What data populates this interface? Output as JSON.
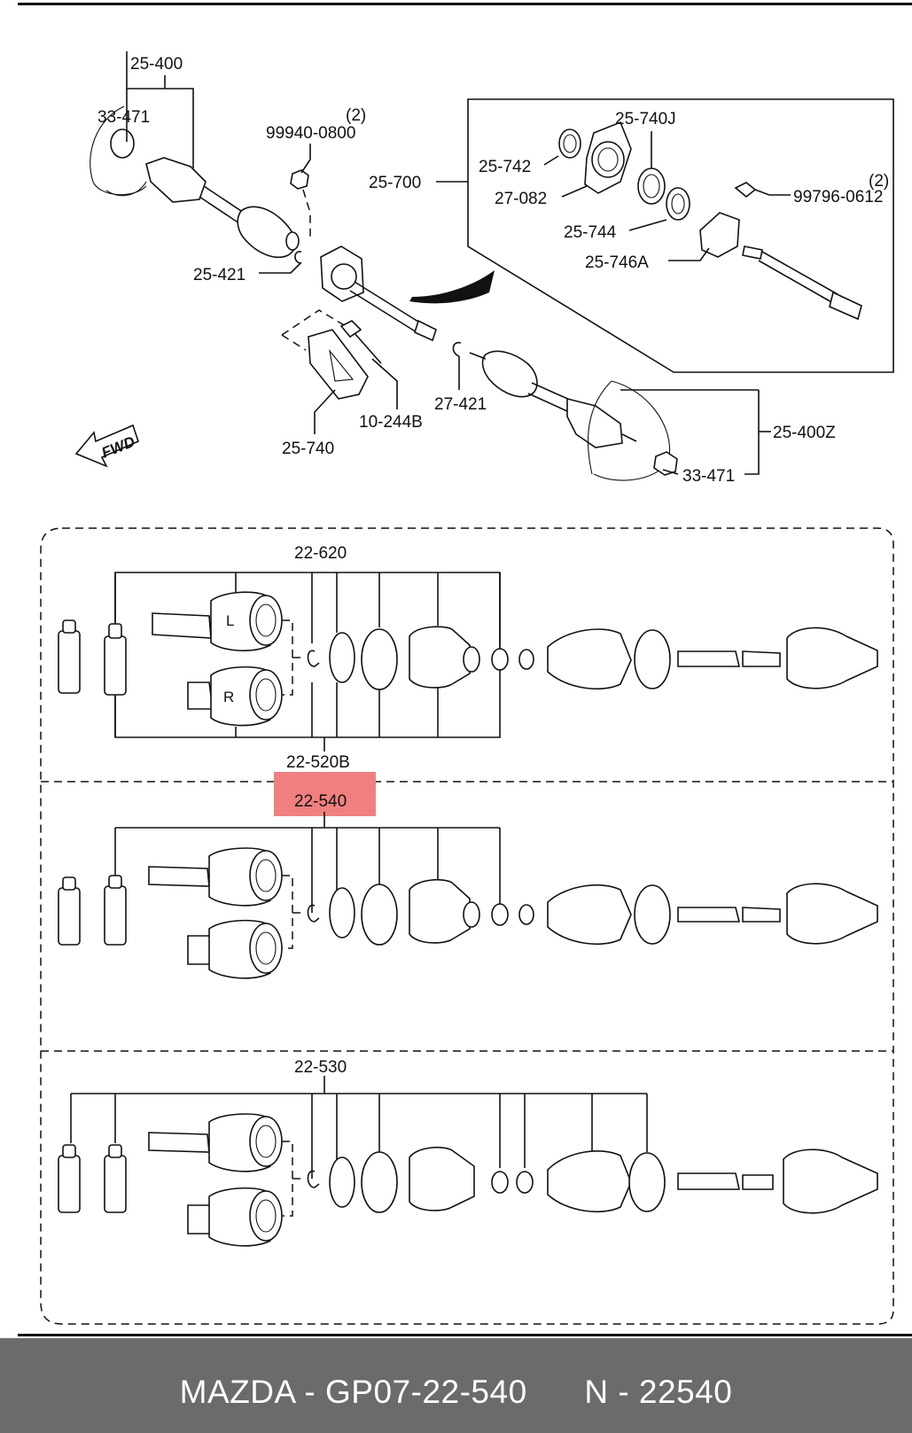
{
  "labels": {
    "p25_400": "25-400",
    "p33_471_left": "33-471",
    "p99940_qty": "(2)",
    "p99940": "99940-0800",
    "p25_421": "25-421",
    "p25_740": "25-740",
    "p10_244b": "10-244B",
    "p27_421": "27-421",
    "p25_400z": "25-400Z",
    "p33_471_right": "33-471",
    "p25_700": "25-700",
    "p25_740j": "25-740J",
    "p25_742": "25-742",
    "p27_082": "27-082",
    "p25_744": "25-744",
    "p25_746a": "25-746A",
    "p99796_qty": "(2)",
    "p99796": "99796-0612",
    "fwd": "FWD",
    "p22_620": "22-620",
    "p22_520b": "22-520B",
    "p22_540": "22-540",
    "p22_530": "22-530",
    "cv_left": "L",
    "cv_right": "R"
  },
  "highlight": {
    "label": "22-540",
    "color": "#f08080"
  },
  "footer": {
    "text": "MAZDA - GP07-22-540      N - 22540",
    "background": "#6b6b6b"
  }
}
